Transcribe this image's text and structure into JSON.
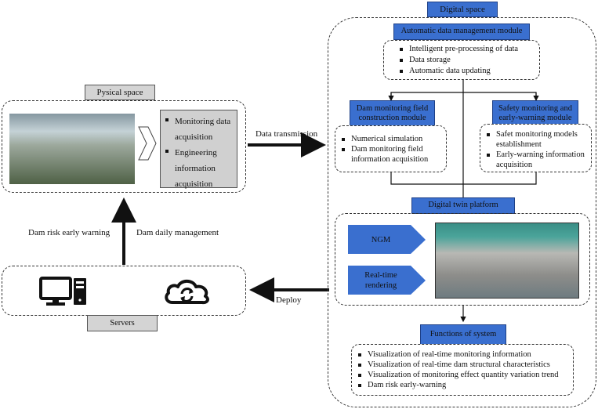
{
  "physical_space": {
    "title": "Pysical space",
    "image_alt": "dam-photo",
    "items": [
      "Monitoring data acquisition",
      "Engineering information acquisition"
    ]
  },
  "digital_space": {
    "title": "Digital space",
    "auto_data_module": {
      "title": "Automatic data management module",
      "items": [
        "Intelligent pre-processing of data",
        "Data storage",
        "Automatic data updating"
      ]
    },
    "dam_field_module": {
      "title": "Dam monitoring field construction module",
      "items": [
        "Numerical simulation",
        "Dam monitoring field information acquisition"
      ]
    },
    "safety_module": {
      "title": "Safety monitoring and early-warning module",
      "items": [
        "Safet monitoring models establishment",
        "Early-warning information acquisition"
      ]
    },
    "twin_platform": {
      "title": "Digital twin platform",
      "arrows": [
        "NGM",
        "Real-time rendering"
      ],
      "image_alt": "dam-render"
    },
    "functions": {
      "title": "Functions of system",
      "items": [
        "Visualization of real-time monitoring information",
        "Visualization of real-time dam structural characteristics",
        "Visualization of monitoring effect quantity variation trend",
        "Dam risk early-warning"
      ]
    }
  },
  "servers": {
    "title": "Servers",
    "icons": [
      "computer-icon",
      "cloud-sync-icon"
    ]
  },
  "edges": {
    "data_transmission": "Data transmission",
    "deploy": "Deploy",
    "risk_warning": "Dam risk early warning",
    "daily_management": "Dam daily management"
  },
  "colors": {
    "module_blue": "#3a6fcf",
    "label_grey": "#d4d4d4"
  }
}
